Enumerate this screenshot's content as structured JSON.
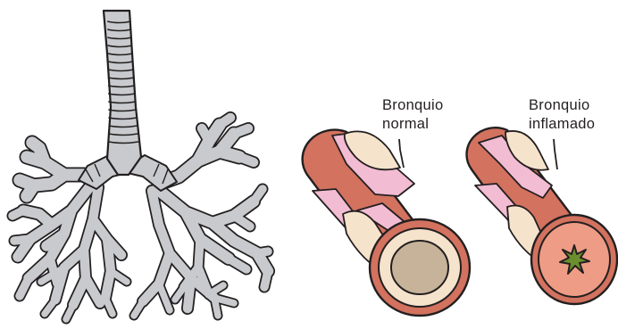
{
  "labels": {
    "normal": {
      "line1": "Bronquio",
      "line2": "normal"
    },
    "inflamed": {
      "line1": "Bronquio",
      "line2": "inflamado"
    }
  },
  "colors": {
    "outline": "#231f20",
    "airway_fill": "#c8cacd",
    "muscle": "#d2725f",
    "pink_band": "#f2bcd2",
    "cream": "#f6e3cc",
    "lumen_normal": "#c7b39a",
    "mucosa_inflamed": "#ee9c86",
    "lumen_inflamed": "#6b8f2d"
  }
}
